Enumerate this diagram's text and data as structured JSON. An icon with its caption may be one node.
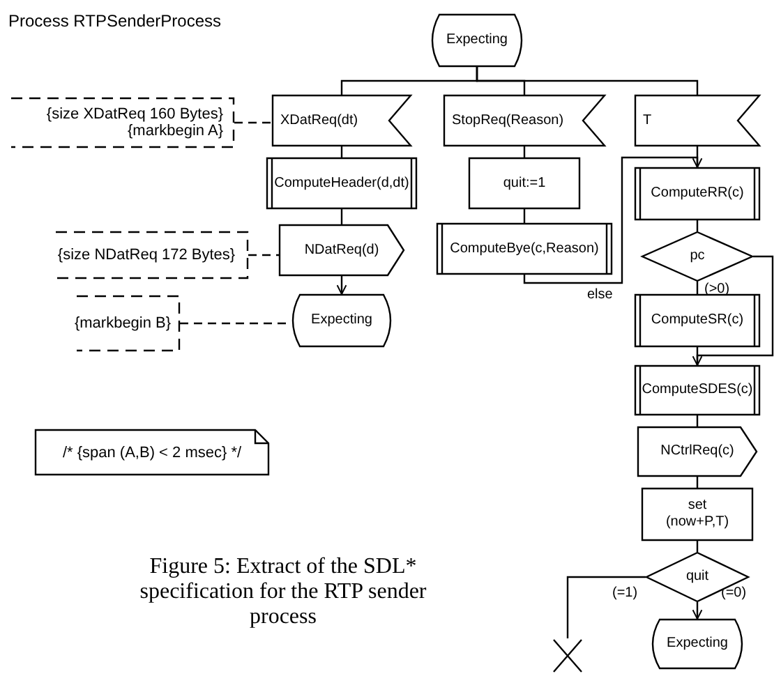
{
  "diagram": {
    "title": "Process RTPSenderProcess",
    "caption": "Figure 5: Extract of the SDL* specification for the RTP sender process",
    "nodes": [
      {
        "text": [
          "Expecting"
        ]
      },
      {
        "text": [
          "XDatReq(dt)"
        ]
      },
      {
        "text": [
          "ComputeHeader(d,dt)"
        ]
      },
      {
        "text": [
          "NDatReq(d)"
        ]
      },
      {
        "text": [
          "Expecting"
        ]
      },
      {
        "text": [
          "StopReq(Reason)"
        ]
      },
      {
        "text": [
          "quit:=1"
        ]
      },
      {
        "text": [
          "ComputeBye(c,Reason)"
        ]
      },
      {
        "text": [
          "T"
        ]
      },
      {
        "text": [
          "ComputeRR(c)"
        ]
      },
      {
        "text": [
          "pc"
        ]
      },
      {
        "text": [
          "ComputeSR(c)"
        ]
      },
      {
        "text": [
          "ComputeSDES(c)"
        ]
      },
      {
        "text": [
          "NCtrlReq(c)"
        ]
      },
      {
        "text": [
          "set (now+P,T)"
        ]
      },
      {
        "text": [
          "quit"
        ]
      },
      {
        "text": [
          "Expecting"
        ]
      },
      {
        "text": [],
        "shape": "cross"
      },
      {
        "text": [
          "{size XDatReq 160 Bytes}",
          "{markbegin A}"
        ]
      },
      {
        "text": [
          "{size NDatReq 172 Bytes}"
        ]
      },
      {
        "text": [
          "{markbegin B}"
        ]
      },
      {
        "text": [
          "/* {span (A,B) < 2 msec} */"
        ]
      }
    ],
    "edges": [
      {
        "from": 0,
        "to": 1,
        "arrow": "none"
      },
      {
        "from": 0,
        "to": 5,
        "arrow": "none"
      },
      {
        "from": 0,
        "to": 8,
        "arrow": "none"
      },
      {
        "from": 1,
        "to": 2,
        "arrow": "none"
      },
      {
        "from": 2,
        "to": 3,
        "arrow": "none"
      },
      {
        "from": 3,
        "to": 4,
        "arrow": "to"
      },
      {
        "from": 5,
        "to": 6,
        "arrow": "none"
      },
      {
        "from": 6,
        "to": 7,
        "arrow": "none"
      },
      {
        "from": 7,
        "to": 9,
        "arrow": "to"
      },
      {
        "from": 8,
        "to": 9,
        "arrow": "none"
      },
      {
        "from": 9,
        "to": 10,
        "arrow": "none"
      },
      {
        "from": 10,
        "to": 11,
        "label": "(>0)",
        "arrow": "none"
      },
      {
        "from": 10,
        "to": 12,
        "arrow": "to"
      },
      {
        "from": 11,
        "to": 12,
        "arrow": "none"
      },
      {
        "from": 12,
        "to": 13,
        "arrow": "none"
      },
      {
        "from": 13,
        "to": 14,
        "arrow": "none"
      },
      {
        "from": 14,
        "to": 15,
        "arrow": "none"
      },
      {
        "from": 15,
        "to": 16,
        "label": "(=0)",
        "arrow": "to"
      },
      {
        "from": 15,
        "to": 17,
        "label": "(=1)",
        "arrow": "none"
      },
      {
        "from": 18,
        "to": 1,
        "arrow": "none",
        "style": "dashed"
      },
      {
        "from": 19,
        "to": 3,
        "arrow": "none",
        "style": "dashed"
      },
      {
        "from": 20,
        "to": 4,
        "arrow": "none",
        "style": "dashed"
      }
    ],
    "labels": [
      "else"
    ]
  }
}
